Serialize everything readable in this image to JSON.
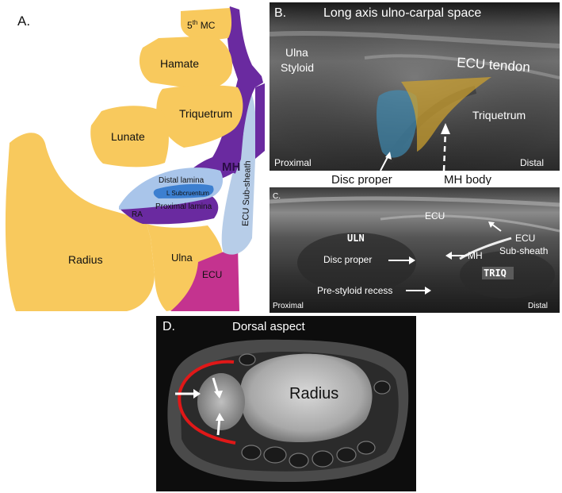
{
  "panelA": {
    "letter": "A.",
    "labels": {
      "mc_base": "5",
      "mc_sup": "th",
      "mc_rest": " MC",
      "hamate": "Hamate",
      "triquetrum": "Triquetrum",
      "lunate": "Lunate",
      "mh": "MH",
      "distal_lamina": "Distal lamina",
      "subcruentum": "L Subcruentum",
      "proximal_lamina": "Proximal lamina",
      "ra": "RA",
      "ecu_subsheath": "ECU Sub-sheath",
      "radius": "Radius",
      "ulna": "Ulna",
      "ecu": "ECU"
    },
    "colors": {
      "bone": "#f8c95d",
      "purple": "#6a2aa0",
      "tfcc_light": "#a9c5ea",
      "tfcc_mid": "#3c7fd0",
      "sheath": "#b7cde8",
      "ecu": "#c4338f"
    }
  },
  "panelB": {
    "letter": "B.",
    "title": "Long axis ulno-carpal space",
    "ulna_line1": "Ulna",
    "ulna_line2": "Styloid",
    "ecu_tendon": "ECU tendon",
    "triquetrum": "Triquetrum",
    "proximal": "Proximal",
    "distal": "Distal",
    "disc_proper": "Disc proper",
    "mh_body": "MH body",
    "colors": {
      "disc": "#3f8fb8",
      "mh": "#d2a42e"
    }
  },
  "panelC": {
    "letter": "C.",
    "ecu": "ECU",
    "uln": "ULN",
    "ecu_line1": "ECU",
    "ecu_line2": "Sub-sheath",
    "disc_proper": "Disc proper",
    "mh": "MH",
    "triq": "TRIQ",
    "pre_styloid": "Pre-styloid recess",
    "proximal": "Proximal",
    "distal": "Distal"
  },
  "panelD": {
    "letter": "D.",
    "title": "Dorsal aspect",
    "radius": "Radius",
    "colors": {
      "outline": "#e01818"
    }
  }
}
